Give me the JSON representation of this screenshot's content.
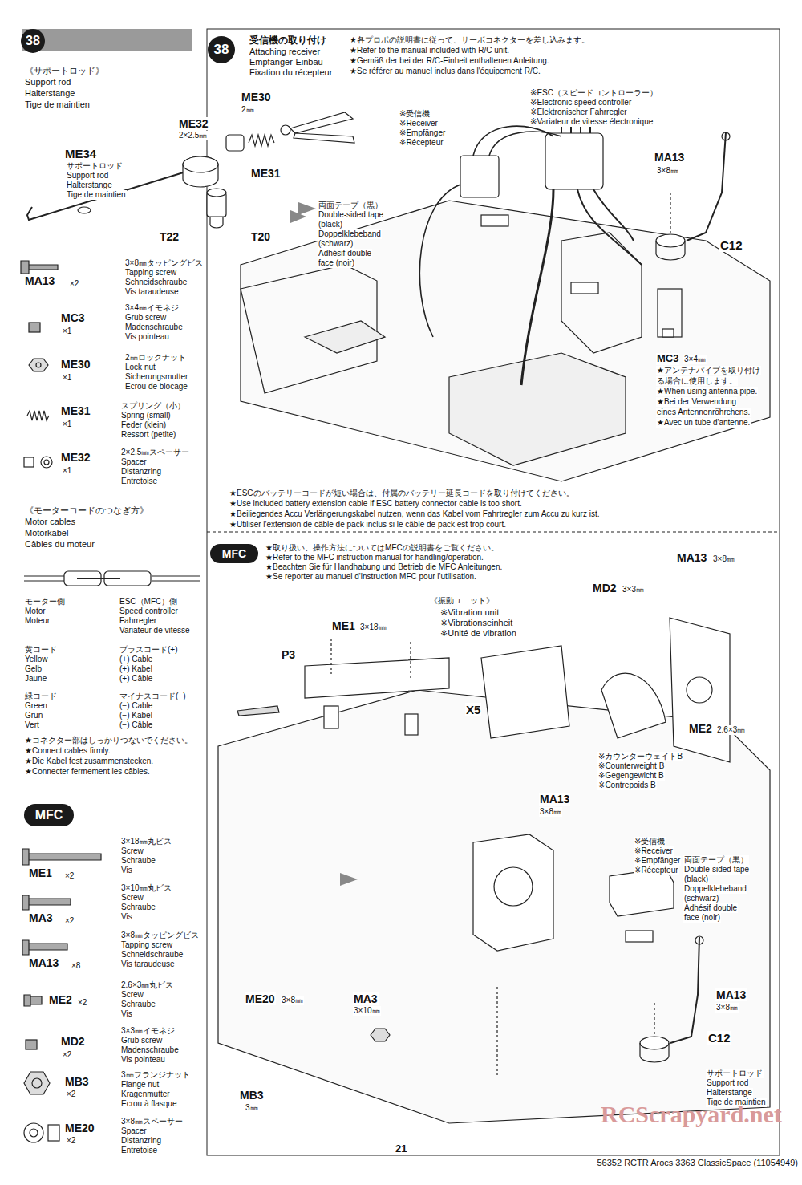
{
  "diagram": {
    "nodes": [
      {
        "text": [
          "38"
        ]
      },
      {
        "text": [
          "38"
        ]
      },
      {
        "text": [
          "MFC"
        ]
      },
      {
        "text": [
          "MFC"
        ]
      }
    ],
    "labels": [
      "《サポートロッド》",
      "Support rod",
      "Halterstange",
      "Tige de maintien",
      "ME30",
      "2㎜",
      "ME32",
      "2×2.5㎜",
      "ME34",
      "サポートロッド",
      "Support rod",
      "Halterstange",
      "Tige de maintien",
      "ME31",
      "T22",
      "T20",
      "MA13",
      "×2",
      "3×8㎜タッピングビス",
      "Tapping screw",
      "Schneidschraube",
      "Vis taraudeuse",
      "MC3",
      "×1",
      "3×4㎜イモネジ",
      "Grub screw",
      "Madenschraube",
      "Vis pointeau",
      "ME30",
      "×1",
      "2㎜ロックナット",
      "Lock nut",
      "Sicherungsmutter",
      "Ecrou de blocage",
      "ME31",
      "×1",
      "スプリング（小）",
      "Spring (small)",
      "Feder (klein)",
      "Ressort (petite)",
      "ME32",
      "×1",
      "2×2.5㎜スペーサー",
      "Spacer",
      "Distanzring",
      "Entretoise",
      "《モーターコードのつなぎ方》",
      "Motor cables",
      "Motorkabel",
      "Câbles du moteur",
      "モーター側",
      "Motor",
      "Moteur",
      "ESC（MFC）側",
      "Speed controller",
      "Fahrregler",
      "Variateur de vitesse",
      "黄コード",
      "Yellow",
      "Gelb",
      "Jaune",
      "プラスコード(+)",
      "(+) Cable",
      "(+) Kabel",
      "(+) Câble",
      "緑コード",
      "Green",
      "Grün",
      "Vert",
      "マイナスコード(−)",
      "(−) Cable",
      "(−) Kabel",
      "(−) Câble",
      "★コネクター部はしっかりつないでください。",
      "★Connect cables firmly.",
      "★Die Kabel fest zusammenstecken.",
      "★Connecter fermement les câbles.",
      "ME1",
      "×2",
      "3×18㎜丸ビス",
      "Screw",
      "Schraube",
      "Vis",
      "MA3",
      "×2",
      "3×10㎜丸ビス",
      "Screw",
      "Schraube",
      "Vis",
      "MA13",
      "×8",
      "3×8㎜タッピングビス",
      "Tapping screw",
      "Schneidschraube",
      "Vis taraudeuse",
      "ME2",
      "×2",
      "2.6×3㎜丸ビス",
      "Screw",
      "Schraube",
      "Vis",
      "MD2",
      "×2",
      "3×3㎜イモネジ",
      "Grub screw",
      "Madenschraube",
      "Vis pointeau",
      "MB3",
      "×2",
      "3㎜フランジナット",
      "Flange nut",
      "Kragenmutter",
      "Ecrou à flasque",
      "ME20",
      "×2",
      "3×8㎜スペーサー",
      "Spacer",
      "Distanzring",
      "Entretoise",
      "受信機の取り付け",
      "Attaching receiver",
      "Empfänger-Einbau",
      "Fixation du récepteur",
      "★各プロポの説明書に従って、サーボコネクターを差し込みます。",
      "★Refer to the manual included with R/C unit.",
      "★Gemäß der bei der R/C-Einheit enthaltenen Anleitung.",
      "★Se référer au manuel inclus dans l'équipement R/C.",
      "※ESC（スピードコントローラー）",
      "※Electronic speed controller",
      "※Elektronischer Fahrregler",
      "※Variateur de vitesse électronique",
      "※受信機",
      "※Receiver",
      "※Empfänger",
      "※Récepteur",
      "MA13",
      "3×8㎜",
      "C12",
      "両面テープ（黒）",
      "Double-sided tape",
      "(black)",
      "Doppelklebeband",
      "(schwarz)",
      "Adhésif double",
      "face (noir)",
      "MC3",
      "3×4㎜",
      "★アンテナパイプを取り付け",
      "る場合に使用します。",
      "★When using antenna pipe.",
      "★Bei der Verwendung",
      "eines Antennenröhrchens.",
      "★Avec un tube d'antenne.",
      "★ESCのバッテリーコードが短い場合は、付属のバッテリー延長コードを取り付けてください。",
      "★Use included battery extension cable if ESC battery connector cable is too short.",
      "★Beiliegendes Accu Verlängerungskabel nutzen, wenn das Kabel vom Fahrtregler zum Accu zu kurz ist.",
      "★Utiliser l'extension de câble de pack inclus si le câble de pack est trop court.",
      "★取り扱い、操作方法についてはMFCの説明書をご覧ください。",
      "★Refer to the MFC instruction manual for handling/operation.",
      "★Beachten Sie für Handhabung und Betrieb die MFC Anleitungen.",
      "★Se reporter au manuel d'instruction MFC pour l'utilisation.",
      "MA13",
      "3×8㎜",
      "MD2",
      "3×3㎜",
      "《振動ユニット》",
      "※Vibration unit",
      "※Vibrationseinheit",
      "※Unité de vibration",
      "ME1",
      "3×18㎜",
      "P3",
      "X5",
      "ME2",
      "2.6×3㎜",
      "※カウンターウェイトB",
      "※Counterweight B",
      "※Gegengewicht B",
      "※Contrepoids B",
      "MA13",
      "3×8㎜",
      "※受信機",
      "※Receiver",
      "※Empfänger",
      "※Récepteur",
      "両面テープ（黒）",
      "Double-sided tape",
      "(black)",
      "Doppelklebeband",
      "(schwarz)",
      "Adhésif double",
      "face (noir)",
      "ME20",
      "3×8㎜",
      "MA3",
      "3×10㎜",
      "MA13",
      "3×8㎜",
      "C12",
      "サポートロッド",
      "Support rod",
      "Halterstange",
      "Tige de maintien",
      "MB3",
      "3㎜",
      "21",
      "56352 RCTR Arocs 3363 ClassicSpace (11054949)",
      "RCScrapyard.net"
    ]
  }
}
